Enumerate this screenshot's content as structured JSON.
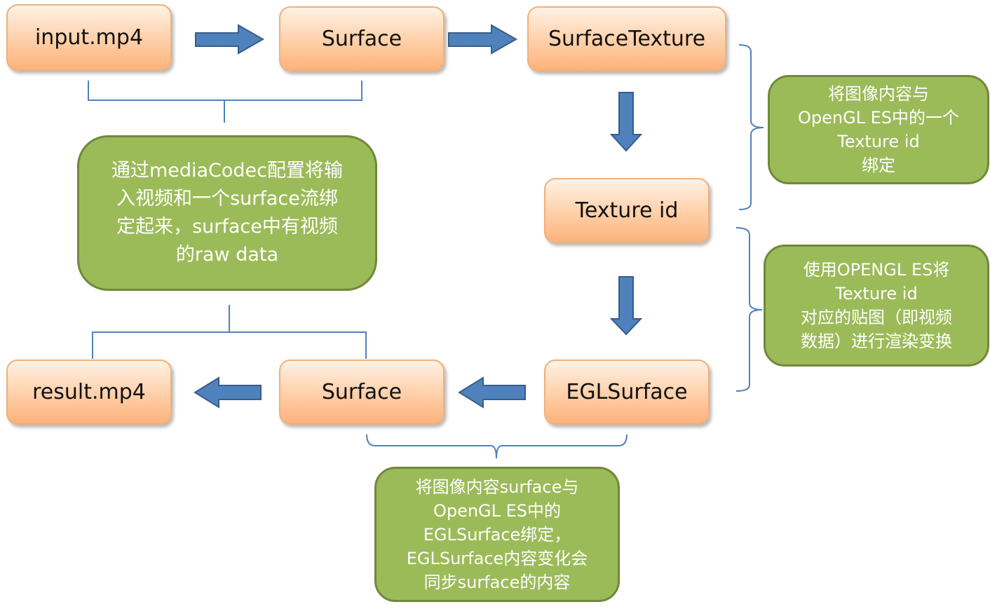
{
  "nodes": {
    "input_mp4": "input.mp4",
    "surface_top": "Surface",
    "surface_texture": "SurfaceTexture",
    "texture_id": "Texture id",
    "egl_surface": "EGLSurface",
    "surface_bottom": "Surface",
    "result_mp4": "result.mp4"
  },
  "notes": {
    "media_codec": "通过mediaCodec配置将输\n入视频和一个surface流绑\n定起来，surface中有视频\n的raw data",
    "bind_texture": "将图像内容与\nOpenGL ES中的一个\nTexture id\n绑定",
    "render_transform": "使用OPENGL ES将\nTexture id\n对应的贴图（即视频\n数据）进行渲染变换",
    "bind_egl_surface": "将图像内容surface与\nOpenGL ES中的\nEGLSurface绑定，\nEGLSurface内容变化会\n同步surface的内容"
  },
  "colors": {
    "node_fill": "#ffd2ad",
    "node_border": "#f0b07a",
    "note_fill": "#9bbb59",
    "note_border": "#70883a",
    "arrow_fill": "#4f81bd",
    "arrow_stroke": "#385d8a",
    "bracket": "#4f81bd"
  }
}
